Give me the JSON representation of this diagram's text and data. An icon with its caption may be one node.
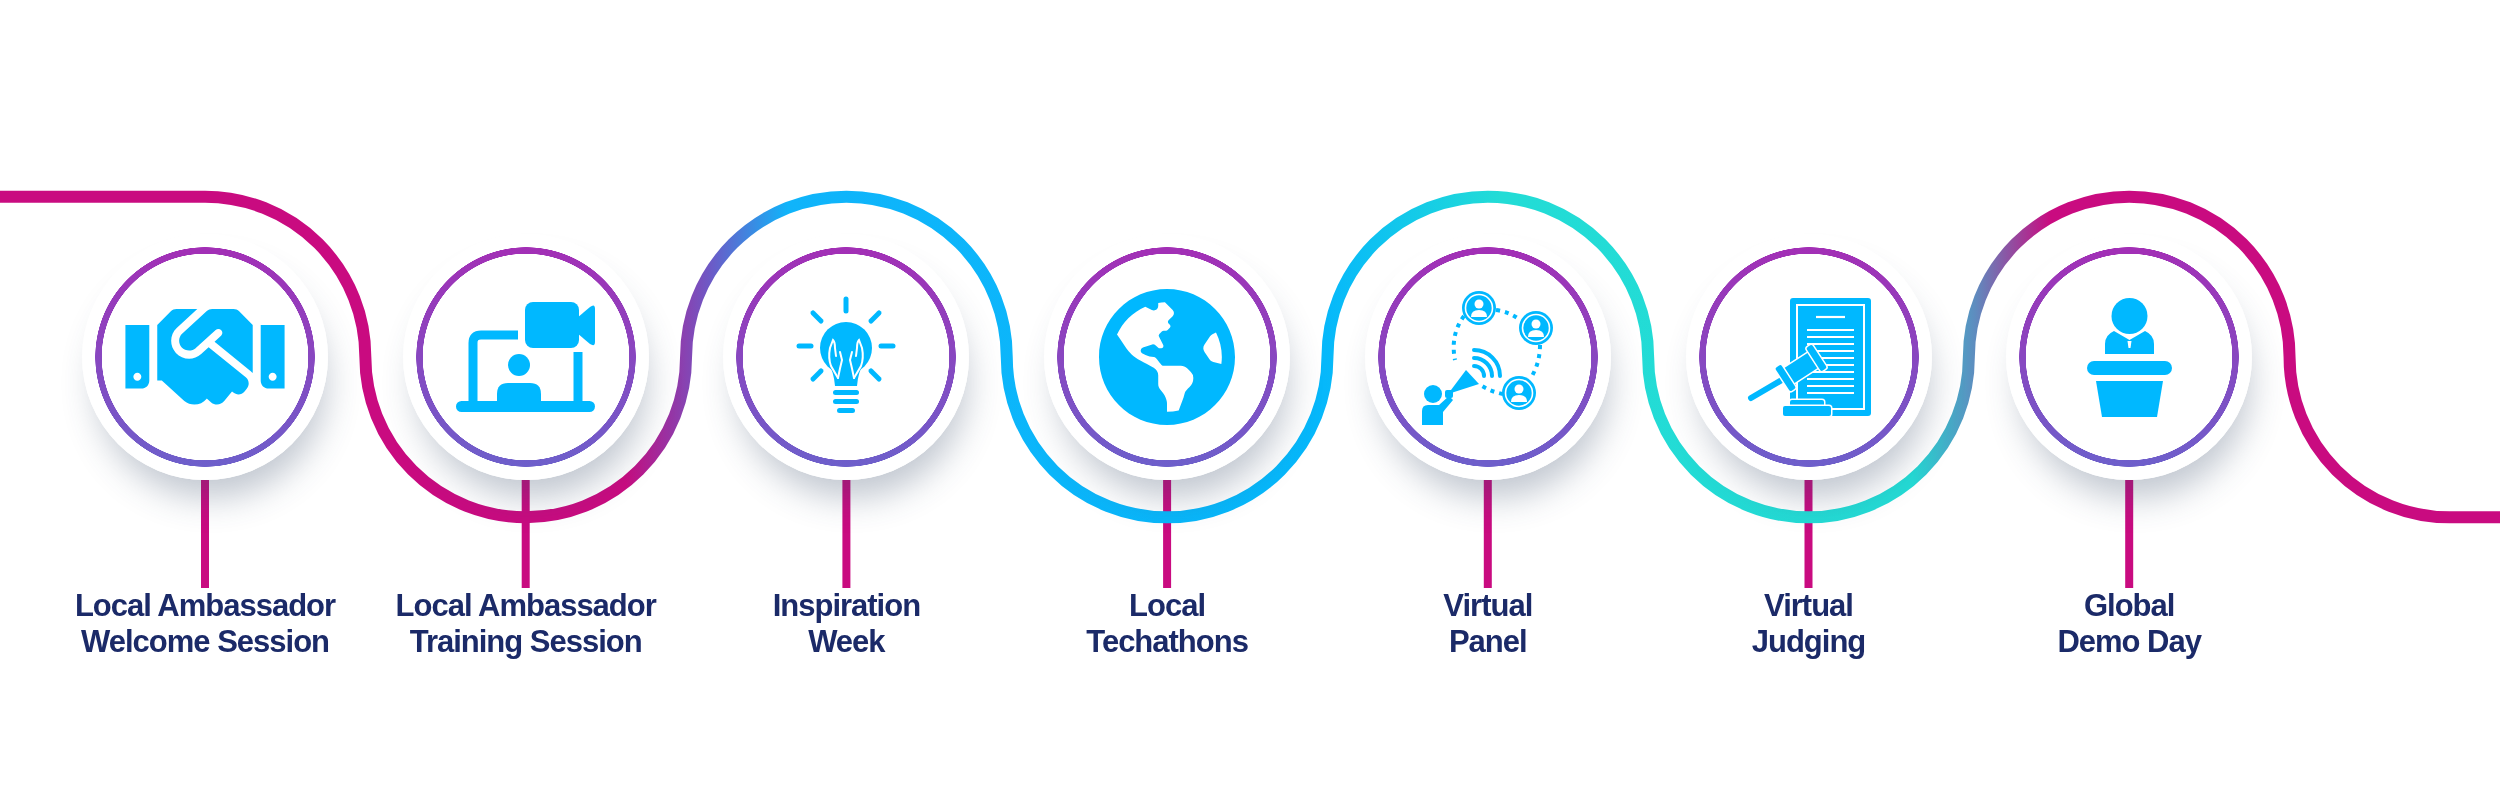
{
  "diagram": {
    "nodes": [
      {
        "text": [],
        "shape": "circle"
      },
      {
        "text": [],
        "shape": "circle"
      },
      {
        "text": [],
        "shape": "circle"
      },
      {
        "text": [],
        "shape": "circle"
      },
      {
        "text": [],
        "shape": "circle"
      },
      {
        "text": [],
        "shape": "circle"
      },
      {
        "text": [],
        "shape": "circle"
      },
      {
        "text": [
          "Local Ambassador Welcome Session"
        ]
      },
      {
        "text": [
          "Local Ambassador Training Session"
        ]
      },
      {
        "text": [
          "Inspiration Week"
        ]
      },
      {
        "text": [
          "Local Techathons"
        ]
      },
      {
        "text": [
          "Virtual Panel"
        ]
      },
      {
        "text": [
          "Virtual Judging"
        ]
      },
      {
        "text": [
          "Global Demo Day"
        ]
      }
    ],
    "edges": [
      {
        "from": 0,
        "to": 7,
        "arrow": "none"
      },
      {
        "from": 1,
        "to": 8,
        "arrow": "none"
      },
      {
        "from": 2,
        "to": 9,
        "arrow": "none"
      },
      {
        "from": 3,
        "to": 10,
        "arrow": "none"
      },
      {
        "from": 4,
        "to": 11,
        "arrow": "none"
      },
      {
        "from": 5,
        "to": 12,
        "arrow": "none"
      },
      {
        "from": 6,
        "to": 13,
        "arrow": "none"
      }
    ]
  }
}
